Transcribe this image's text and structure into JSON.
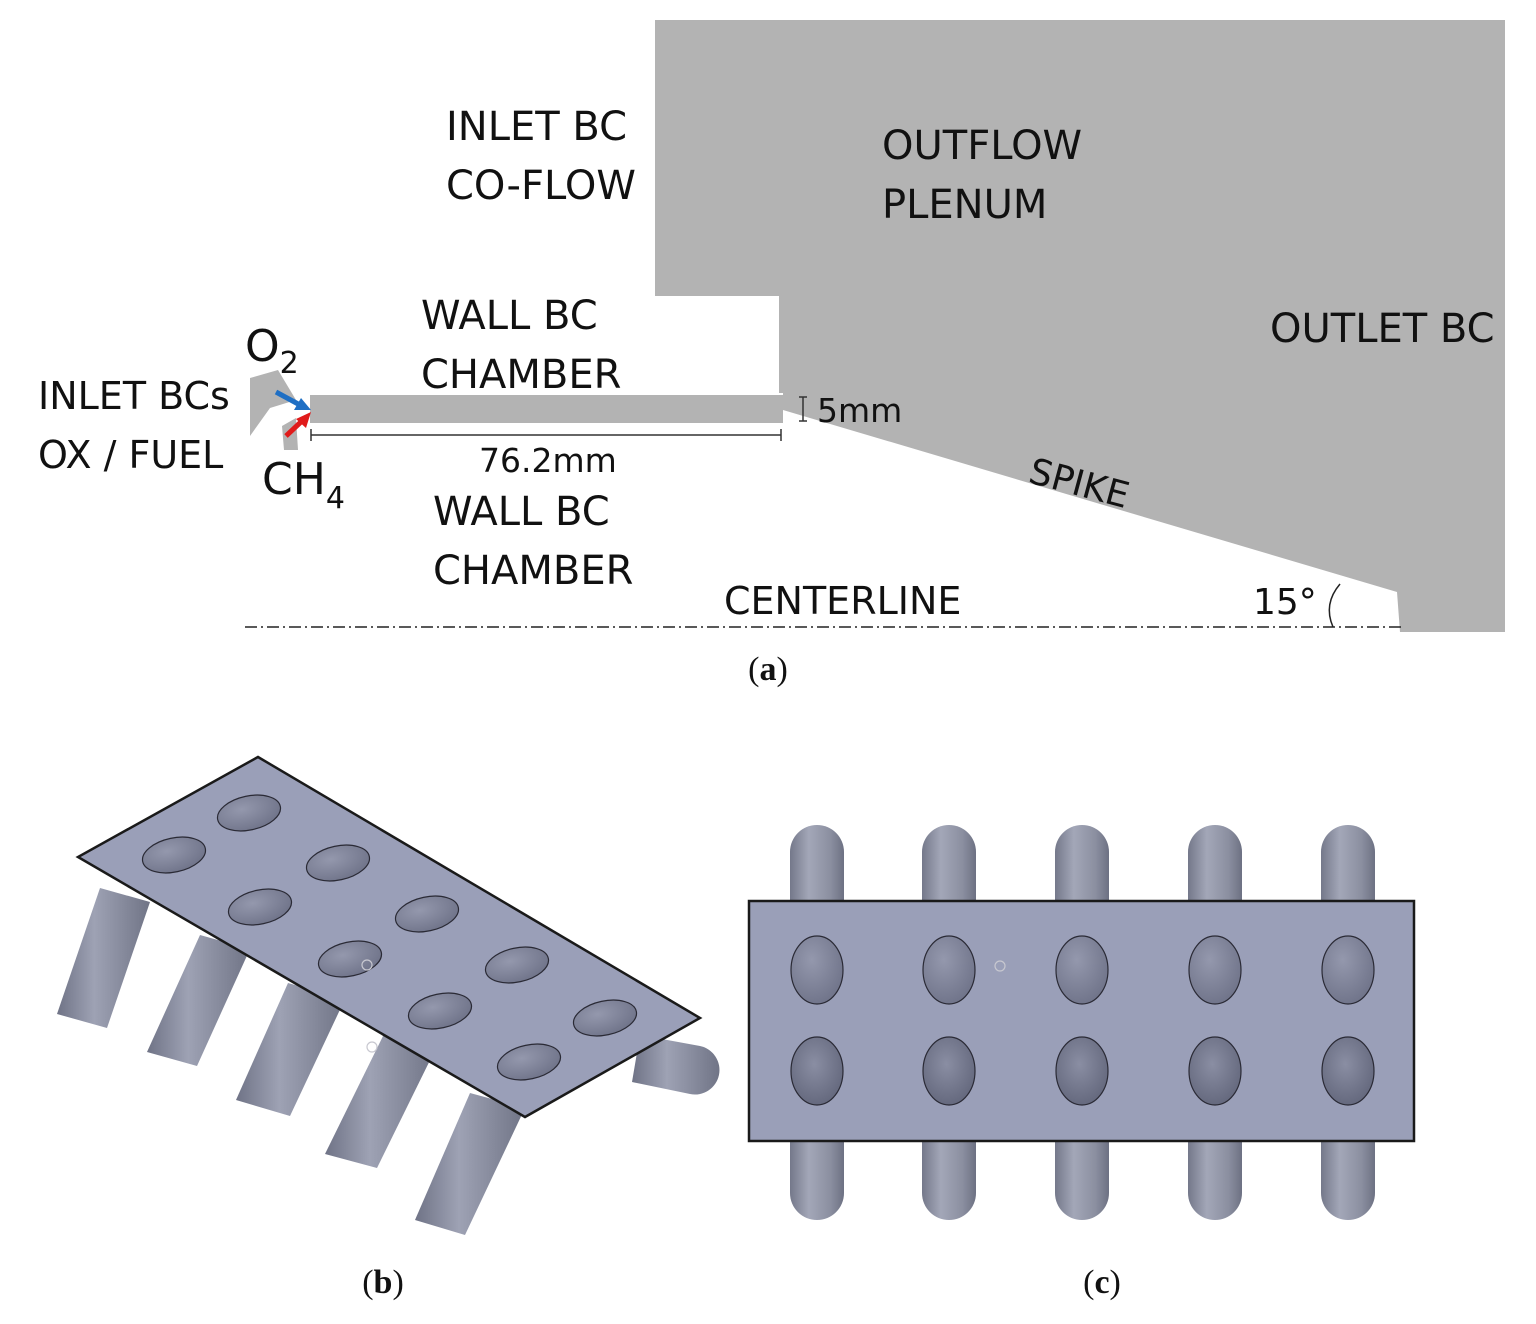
{
  "panel_a": {
    "inlet_coflow": [
      "INLET BC",
      "CO-FLOW"
    ],
    "outflow_plenum": [
      "OUTFLOW",
      "PLENUM"
    ],
    "outlet_bc": "OUTLET BC",
    "wall_upper": [
      "WALL BC",
      "CHAMBER"
    ],
    "wall_lower": [
      "WALL BC",
      "CHAMBER"
    ],
    "inlet_bcs": [
      "INLET BCs",
      "OX / FUEL"
    ],
    "o2": {
      "base": "O",
      "sub": "2"
    },
    "ch4": {
      "base": "CH",
      "sub": "4"
    },
    "height_dim": "5mm",
    "length_dim": "76.2mm",
    "spike": "SPIKE",
    "centerline": "CENTERLINE",
    "angle": "15°",
    "caption_letter": "a"
  },
  "panel_b": {
    "caption_letter": "b"
  },
  "panel_c": {
    "caption_letter": "c"
  },
  "colors": {
    "geometry_fill": "#b3b3b3",
    "o2_arrow": "#1f6fc4",
    "ch4_arrow": "#e01b1b",
    "plate": "#9a9fb8",
    "tube": "#8a8e9e",
    "hole": "#7d8196"
  }
}
